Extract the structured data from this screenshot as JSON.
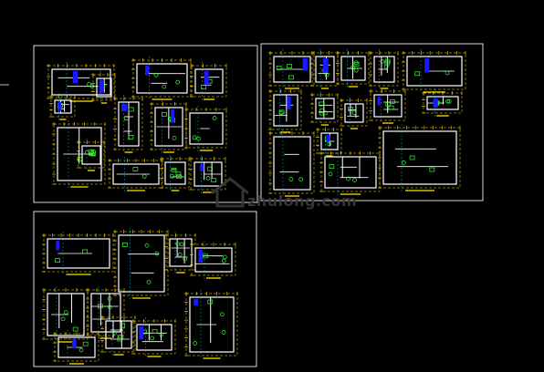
{
  "canvas": {
    "background": "#000000",
    "sheet_border_color": "#f2f2f2"
  },
  "colors": {
    "wall": "#ffffff",
    "dimension": "#ffe000",
    "axis": "#00d8ff",
    "furniture": "#36ff36",
    "label_bar": "#ffe000",
    "blue_block": "#1a1aff",
    "watermark": "#3a3a3a"
  },
  "sheets": [
    {
      "id": "sheet-1",
      "plan_count": 13
    },
    {
      "id": "sheet-2",
      "plan_count": 14
    },
    {
      "id": "sheet-3",
      "plan_count": 10
    }
  ],
  "watermark": {
    "icon": "house-logo-icon",
    "text": "zhulong.com"
  }
}
